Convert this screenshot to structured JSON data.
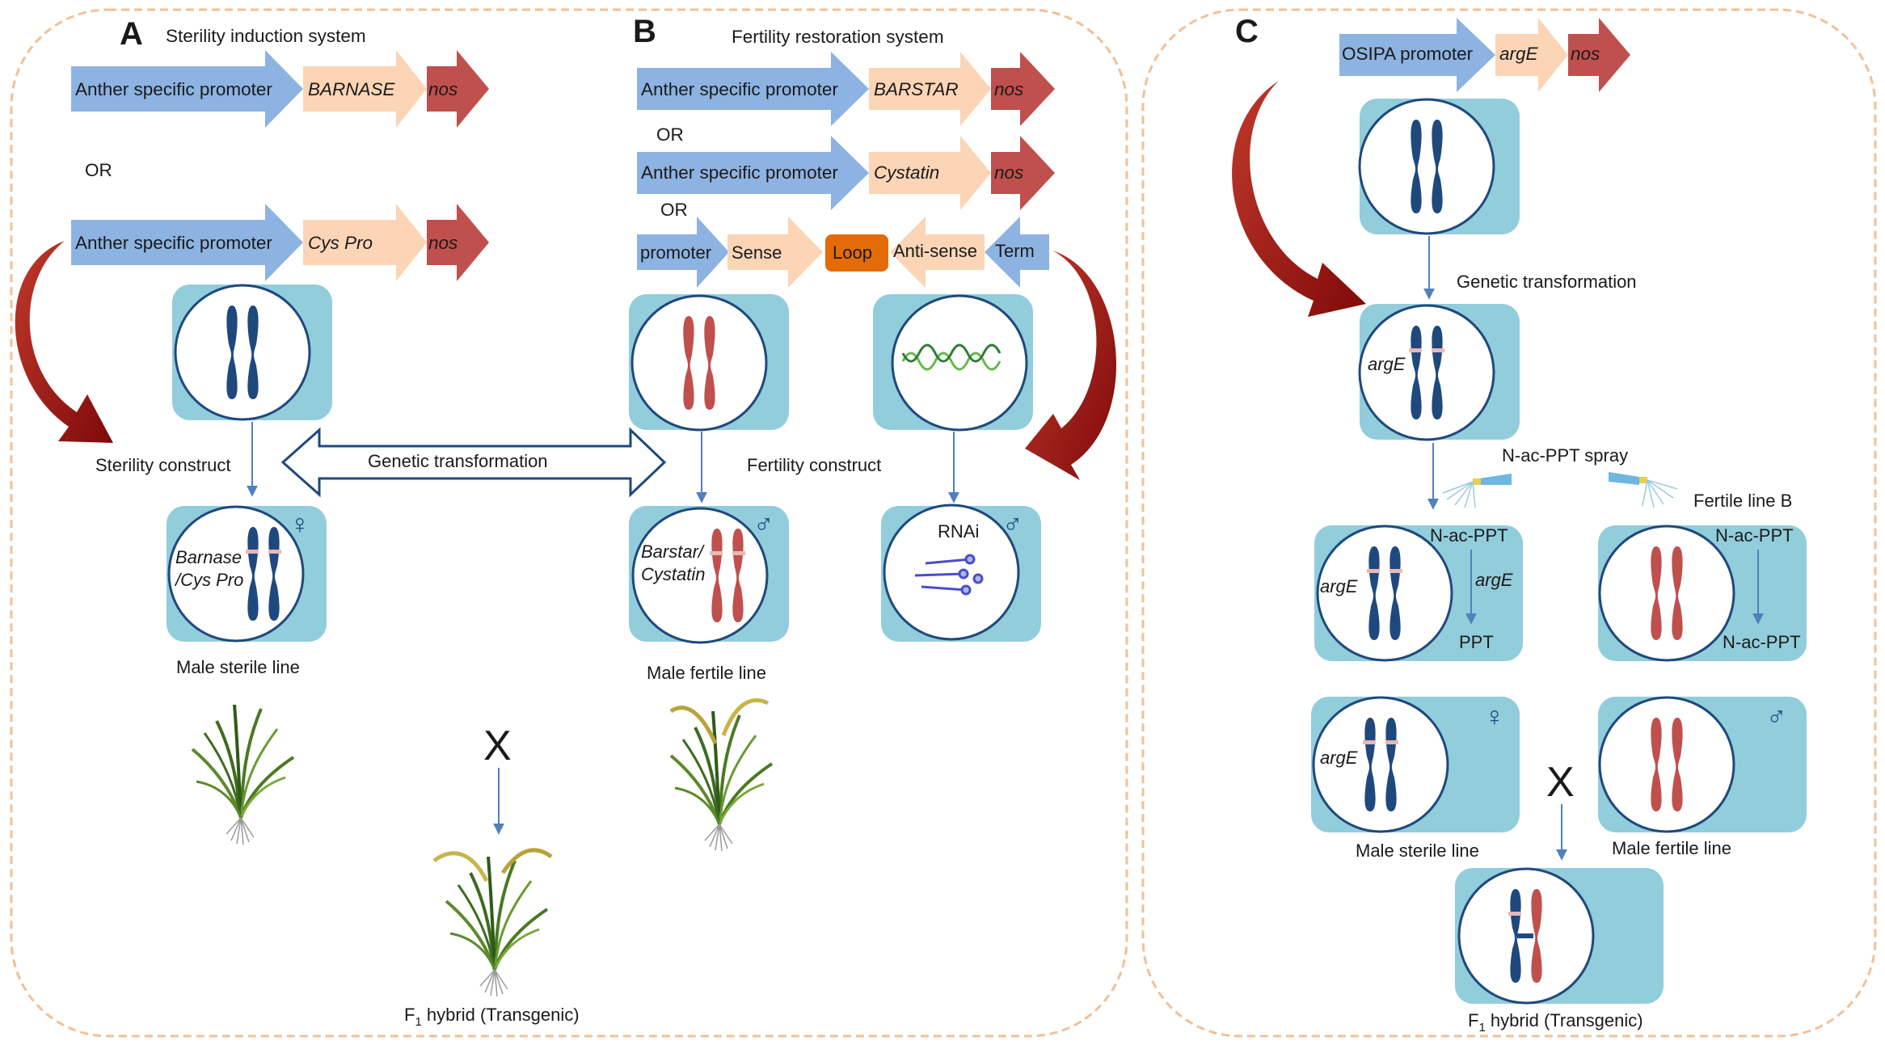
{
  "panels": {
    "a": {
      "letter": "A",
      "title": "Sterility induction system",
      "construct1": {
        "promoter": "Anther specific promoter",
        "gene": "BARNASE",
        "terminator": "nos"
      },
      "or": "OR",
      "construct2": {
        "promoter": "Anther specific promoter",
        "gene": "Cys Pro",
        "terminator": "nos"
      },
      "construct_label": "Sterility construct",
      "transgene_label_line1": "Barnase",
      "transgene_label_line2": "/Cys Pro",
      "female_symbol": "♀",
      "line_label": "Male sterile line",
      "cross_symbol": "X",
      "f1_prefix": "F",
      "f1_sub": "1",
      "f1_suffix": " hybrid (Transgenic)"
    },
    "b": {
      "letter": "B",
      "title": "Fertility restoration system",
      "construct1": {
        "promoter": "Anther specific promoter",
        "gene": "BARSTAR",
        "terminator": "nos"
      },
      "or1": "OR",
      "construct2": {
        "promoter": "Anther specific promoter",
        "gene": "Cystatin",
        "terminator": "nos"
      },
      "or2": "OR",
      "rnai_construct": {
        "promoter": "promoter",
        "sense": "Sense",
        "loop": "Loop",
        "antisense": "Anti-sense",
        "term": "Term"
      },
      "construct_label": "Fertility construct",
      "transgene_label_line1": "Barstar/",
      "transgene_label_line2": "Cystatin",
      "male_symbol": "♂",
      "rnai_label": "RNAi",
      "line_label": "Male fertile  line"
    },
    "shared": {
      "genetic_transformation": "Genetic transformation"
    },
    "c": {
      "letter": "C",
      "construct": {
        "promoter": "OSIPA promoter",
        "gene": "argE",
        "terminator": "nos"
      },
      "genetic_transformation": "Genetic transformation",
      "gene_label": "argE",
      "spray_label": "N-ac-PPT spray",
      "fertile_b_label": "Fertile line B",
      "reaction_left": {
        "substrate": "N-ac-PPT",
        "enzyme": "argE",
        "product": "PPT"
      },
      "reaction_right": {
        "substrate": "N-ac-PPT",
        "product": "N-ac-PPT"
      },
      "female_symbol": "♀",
      "male_symbol": "♂",
      "cross_symbol": "X",
      "sterile_label": "Male sterile line",
      "fertile_label": "Male fertile  line",
      "f1_prefix": "F",
      "f1_sub": "1",
      "f1_suffix": " hybrid  (Transgenic)"
    }
  },
  "colors": {
    "promoter": "#8db3e2",
    "gene": "#fbd5b5",
    "terminator": "#c0504d",
    "cell_box": "#92cddc",
    "chromosome_blue": "#1f497d",
    "chromosome_red": "#c0504d",
    "insert_band": "#e6b9b8",
    "loop": "#e36c09",
    "curved_arrow": "#a50f15",
    "panel_border": "#f3c096",
    "flow_arrow": "#4f81bd"
  }
}
